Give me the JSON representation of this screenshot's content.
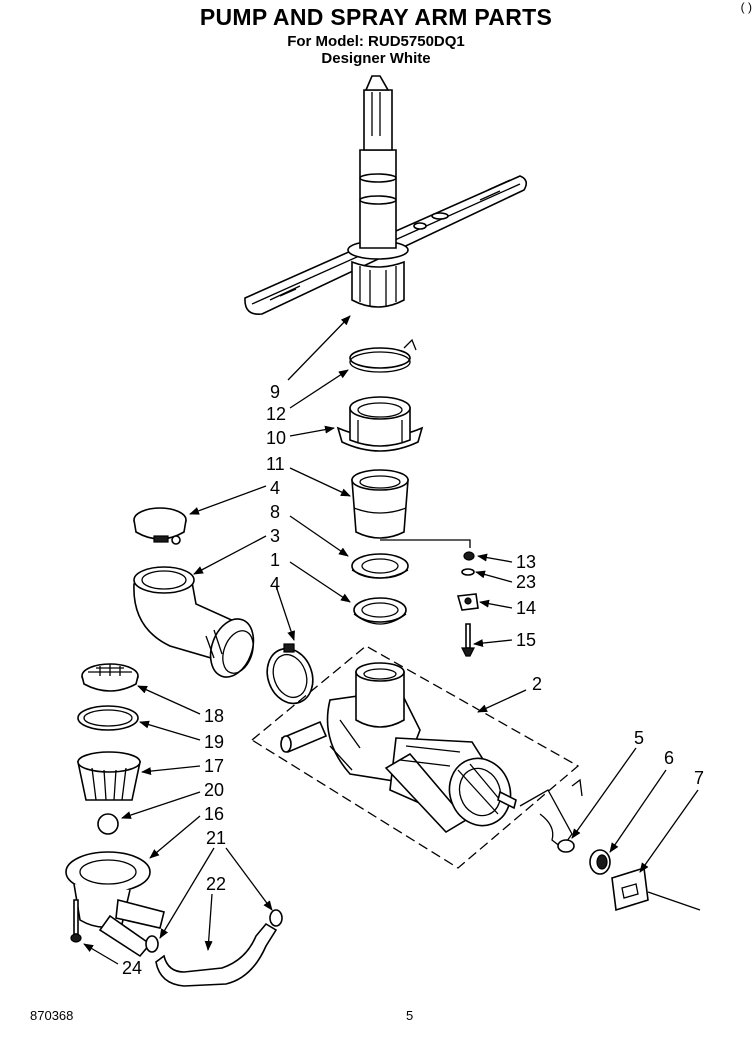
{
  "header": {
    "title": "PUMP AND SPRAY ARM PARTS",
    "model_line": "For Model: RUD5750DQ1",
    "color_line": "Designer White",
    "corner_mark": "(  )"
  },
  "footer": {
    "doc_number": "870368",
    "page_number": "5"
  },
  "callouts": [
    "9",
    "12",
    "10",
    "11",
    "4",
    "8",
    "3",
    "1",
    "4",
    "13",
    "23",
    "14",
    "15",
    "2",
    "18",
    "19",
    "17",
    "20",
    "16",
    "21",
    "22",
    "24",
    "5",
    "6",
    "7"
  ]
}
